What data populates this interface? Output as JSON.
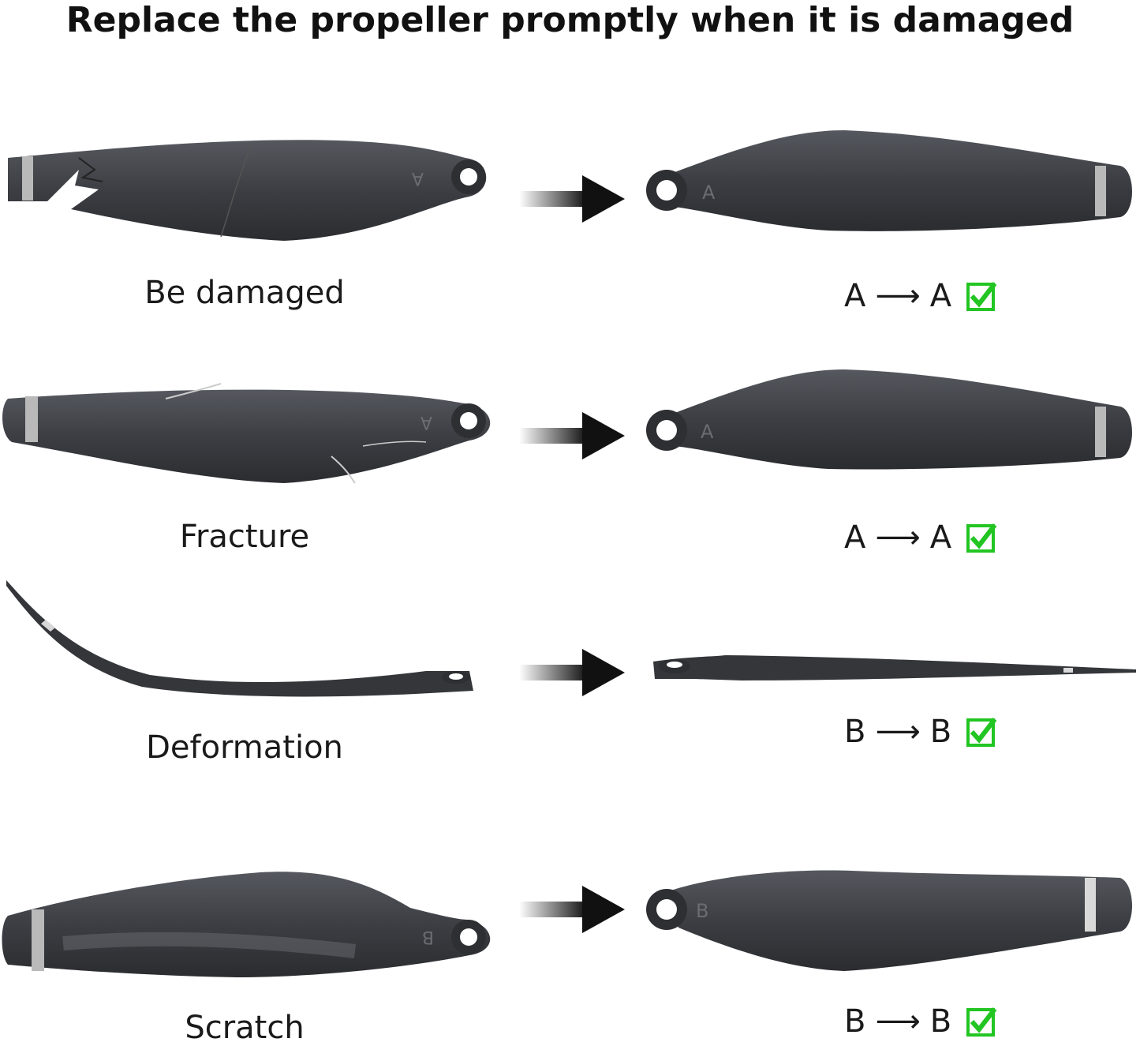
{
  "title": "Replace the propeller promptly when it is damaged",
  "rows": [
    {
      "label": "Be damaged",
      "from": "A",
      "to": "A",
      "blade_letter": "A"
    },
    {
      "label": "Fracture",
      "from": "A",
      "to": "A",
      "blade_letter": "A"
    },
    {
      "label": "Deformation",
      "from": "B",
      "to": "B"
    },
    {
      "label": "Scratch",
      "from": "B",
      "to": "B",
      "blade_letter": "B"
    }
  ],
  "arrow_glyph": "⟶",
  "colors": {
    "blade": "#3d3f44",
    "stripe": "#b9b9b9",
    "check": "#22c522",
    "arrow": "#111111"
  }
}
